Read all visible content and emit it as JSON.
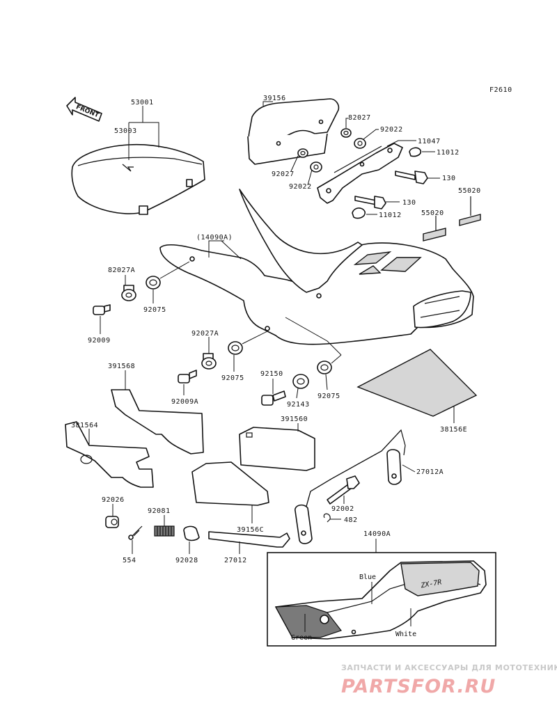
{
  "figure_code": "F2610",
  "front_label": "FRONT",
  "labels": {
    "l53001": "53001",
    "l53003": "53003",
    "l39156": "39156",
    "l82027_top": "82027",
    "l92022_top": "92022",
    "l11047": "11047",
    "l11012_top": "11012",
    "l92027": "92027",
    "l92022_mid": "92022",
    "l130_top": "130",
    "l130_mid": "130",
    "l11012_mid": "11012",
    "l55020_a": "55020",
    "l55020_b": "55020",
    "l14090A_paren": "(14090A)",
    "l82027A_left": "82027A",
    "l92075_left": "92075",
    "l92009": "92009",
    "l92027A_mid": "92027A",
    "l92075_mid": "92075",
    "l92009A": "92009A",
    "l391568": "391568",
    "l92150": "92150",
    "l92143": "92143",
    "l92075_right": "92075",
    "l381564": "381564",
    "l391560": "391560",
    "l38156E": "38156E",
    "l27012A": "27012A",
    "l92002": "92002",
    "l482": "482",
    "l92026": "92026",
    "l92081": "92081",
    "l39156C": "39156C",
    "l554": "554",
    "l92028": "92028",
    "l27012": "27012",
    "l14090A_box": "14090A"
  },
  "inset_colors": {
    "blue": "Blue",
    "green": "Green",
    "white": "White",
    "decal_text": "ZX-7R"
  },
  "watermark": {
    "line1": "ЗАПЧАСТИ И АКСЕССУАРЫ ДЛЯ МОТОТЕХНИКИ",
    "line2": "PARTSFOR.RU"
  }
}
